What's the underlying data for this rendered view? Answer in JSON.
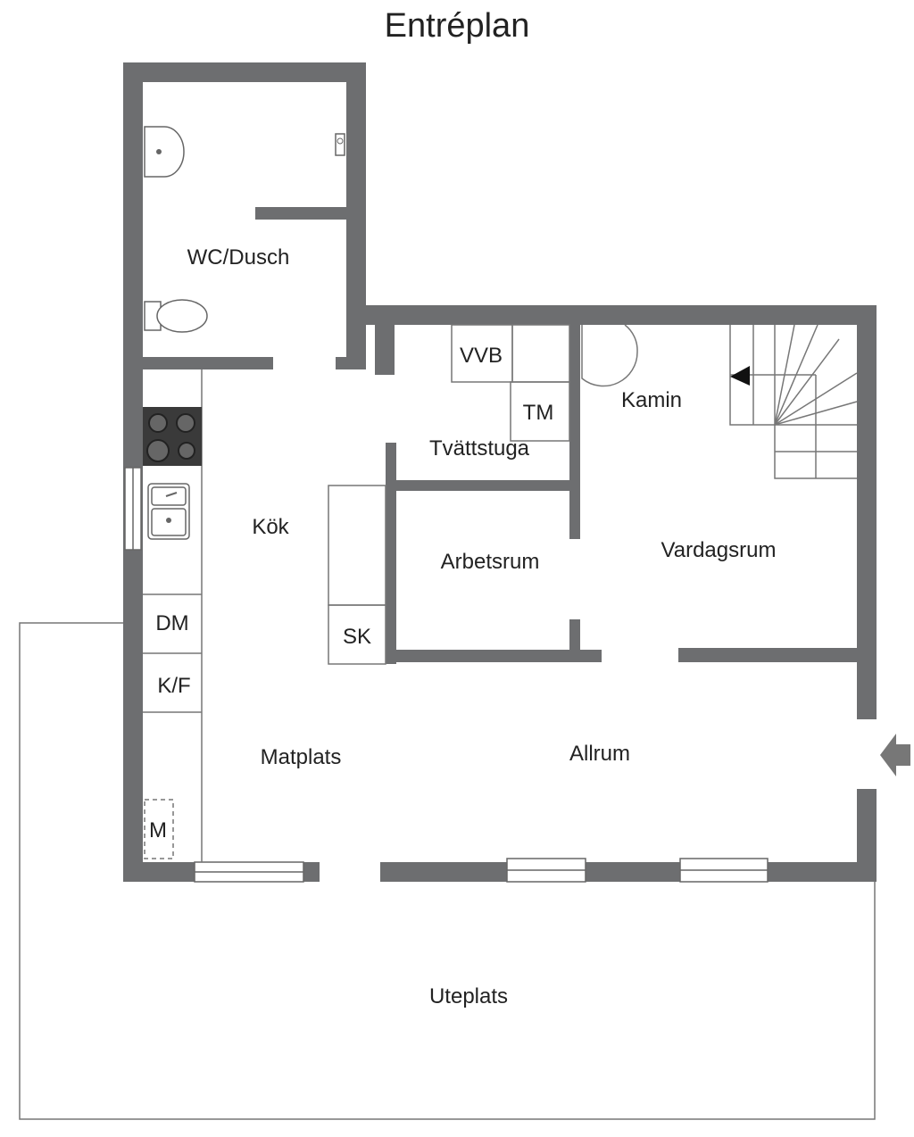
{
  "title": "Entréplan",
  "rooms": {
    "wc_dusch": "WC/Dusch",
    "vvb": "VVB",
    "tm": "TM",
    "kamin": "Kamin",
    "tvattstuga": "Tvättstuga",
    "kok": "Kök",
    "arbetsrum": "Arbetsrum",
    "vardagsrum": "Vardagsrum",
    "sk": "SK",
    "dm": "DM",
    "kf": "K/F",
    "matplats": "Matplats",
    "allrum": "Allrum",
    "m": "M",
    "uteplats": "Uteplats"
  },
  "colors": {
    "wall": "#6d6e70",
    "line": "#777777",
    "text": "#222222"
  },
  "icons": [
    "entrance-arrow-icon",
    "stair-direction-icon",
    "stove-icon",
    "sink-icon",
    "toilet-icon",
    "washbasin-icon"
  ]
}
